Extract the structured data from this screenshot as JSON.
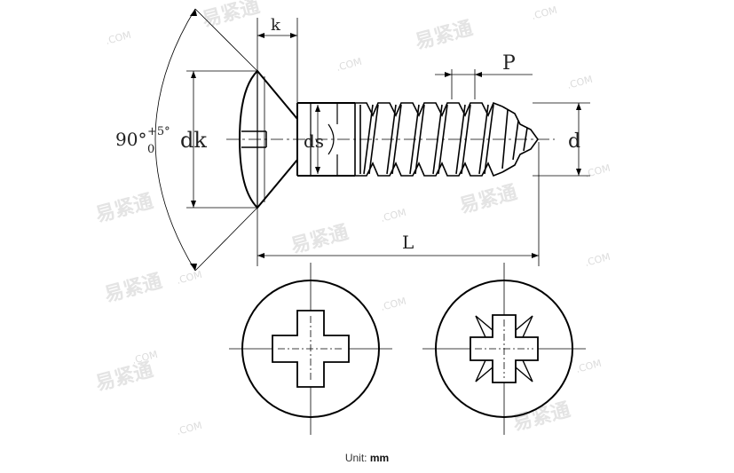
{
  "diagram": {
    "labels": {
      "k": "k",
      "p": "P",
      "dk": "dk",
      "ds": "ds",
      "d": "d",
      "l": "L",
      "angle_main": "90°",
      "angle_plus": "+5°",
      "angle_zero": "0"
    },
    "watermark": {
      "text": ".COM",
      "brand": "易紧通"
    }
  },
  "caption": {
    "prefix": "Unit: ",
    "value": "mm"
  }
}
